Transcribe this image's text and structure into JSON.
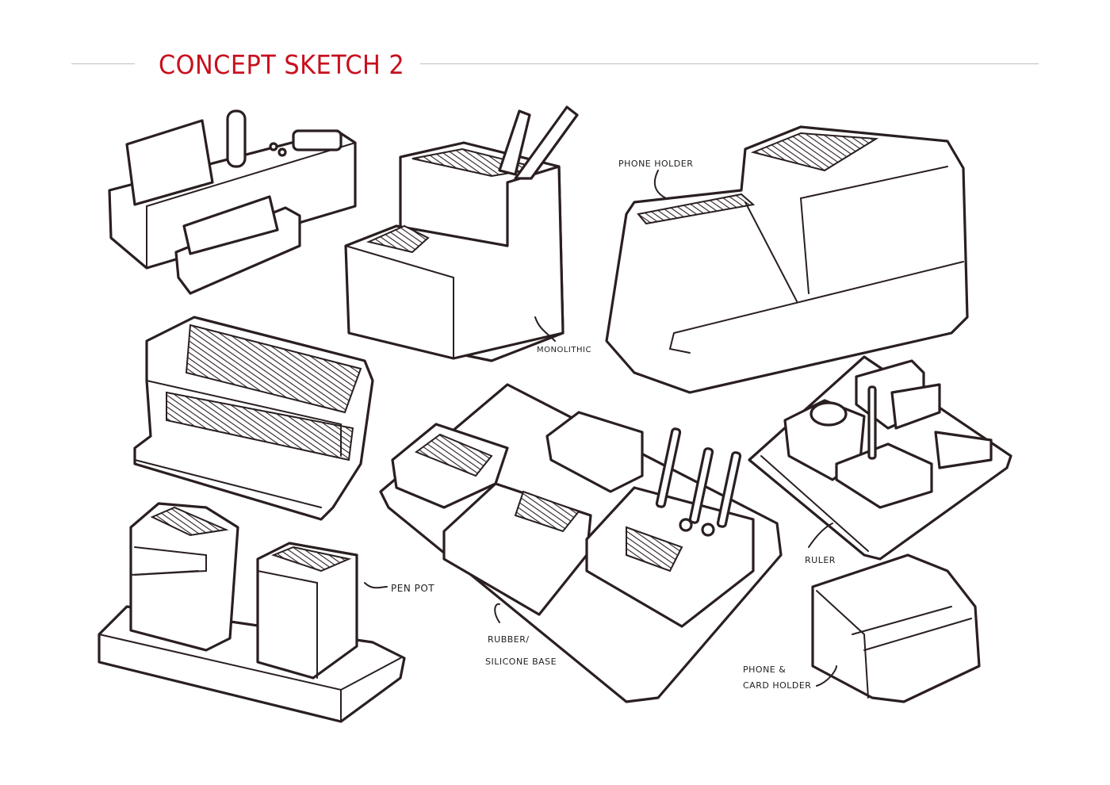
{
  "title": "CONCEPT SKETCH 2",
  "accent_color": "#c8101e",
  "labels": {
    "phone_holder": "PHONE HOLDER",
    "monolithic": "MONOLITHIC",
    "pen_pot": "PEN POT",
    "rubber": "RUBBER/",
    "silicone_base": "SILICONE BASE",
    "ruler": "RULER",
    "phone_card_1": "PHONE &",
    "phone_card_2": "CARD HOLDER"
  }
}
